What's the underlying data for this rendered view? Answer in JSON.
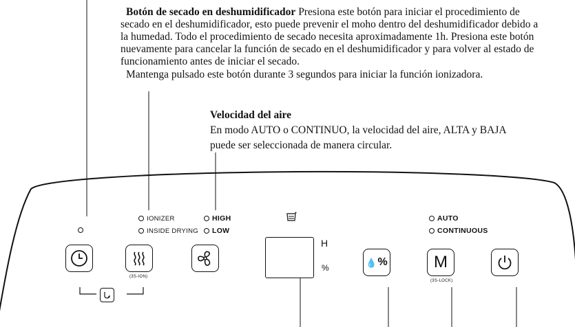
{
  "dry_title": "Botón de secado en deshumidificador",
  "dry_lines": [
    "Presiona este botón para iniciar el procedimiento de",
    "secado en el deshumidificador, esto puede prevenir el moho dentro del deshumidificador debido a",
    "la humedad. Todo el procedimiento de secado necesita aproximadamente 1h. Presiona este botón",
    "nuevamente para cancelar la función de secado en el deshumidificador y para volver al estado de",
    "funcionamiento antes de iniciar el secado.",
    "Mantenga pulsado este botón durante 3 segundos para iniciar la función ionizadora."
  ],
  "air_title": "Velocidad del aire",
  "air_lines": [
    "En modo AUTO o CONTINUO, la velocidad del aire, ALTA y BAJA",
    "puede ser seleccionada de manera circular."
  ],
  "indicators": {
    "ionizer": "IONIZER",
    "inside_drying": "INSIDE DRYING",
    "high": "HIGH",
    "low": "LOW",
    "auto": "AUTO",
    "continuous": "CONTINUOUS"
  },
  "display_units": {
    "h": "H",
    "percent": "%"
  },
  "button_labels": {
    "humidity": "%",
    "mode": "M"
  },
  "sublabels": {
    "dry": "(3S-ION)",
    "mode": "(3S-LOCK)"
  },
  "icons": {
    "timer": "clock-icon",
    "dry": "heat-waves-icon",
    "fan": "fan-icon",
    "humidity": "droplet-icon",
    "power": "power-icon",
    "tank": "water-tank-icon",
    "combo": "circular-arrow-icon"
  }
}
